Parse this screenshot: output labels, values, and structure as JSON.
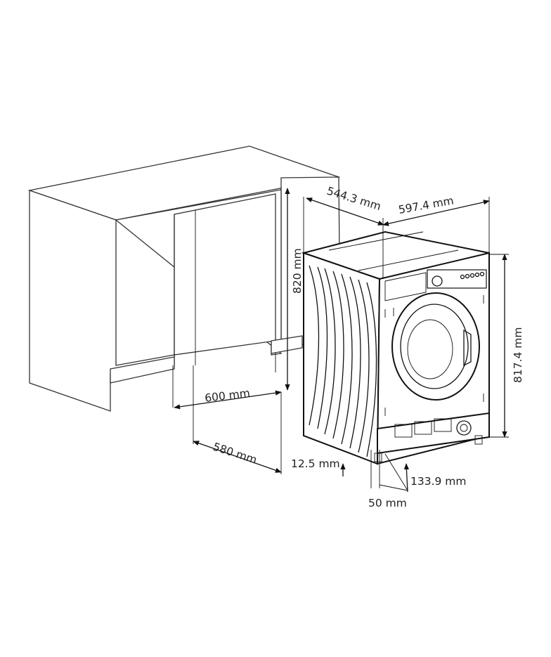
{
  "dimensions": {
    "niche_height": "820 mm",
    "niche_width": "600 mm",
    "niche_depth": "580 mm",
    "machine_depth": "544.3 mm",
    "machine_width": "597.4 mm",
    "machine_height": "817.4 mm",
    "foot_offset": "12.5 mm",
    "plinth_height": "133.9 mm",
    "plinth_recess": "50 mm"
  }
}
